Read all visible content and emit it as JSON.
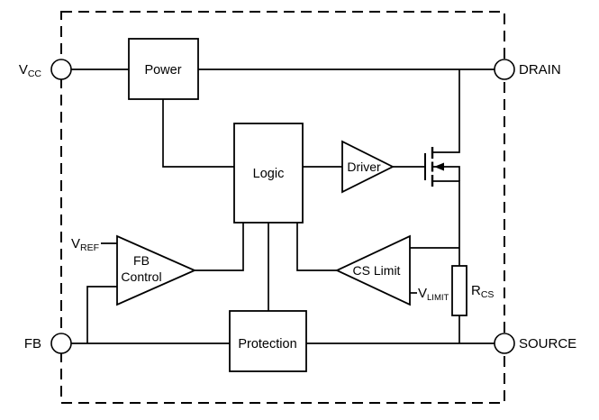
{
  "pins": {
    "vcc": {
      "main": "V",
      "sub": "CC"
    },
    "drain": {
      "label": "DRAIN"
    },
    "fb": {
      "label": "FB"
    },
    "source": {
      "label": "SOURCE"
    }
  },
  "blocks": {
    "power": {
      "label": "Power"
    },
    "logic": {
      "label": "Logic"
    },
    "driver": {
      "label": "Driver"
    },
    "fb_control": {
      "line1": "FB",
      "line2": "Control"
    },
    "cs_limit": {
      "label": "CS Limit"
    },
    "protection": {
      "label": "Protection"
    }
  },
  "nets": {
    "vref": {
      "main": "V",
      "sub": "REF"
    },
    "vlimit": {
      "main": "V",
      "sub": "LIMIT"
    },
    "rcs": {
      "main": "R",
      "sub": "CS"
    }
  },
  "colors": {
    "line": "#000000",
    "background": "#ffffff"
  }
}
